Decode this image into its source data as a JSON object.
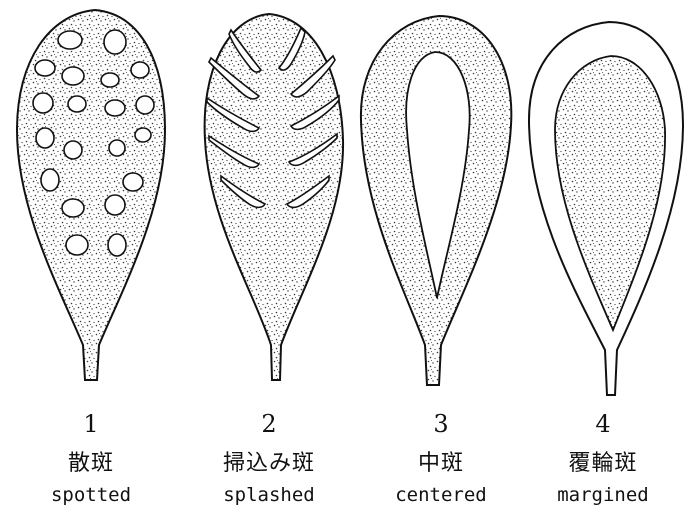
{
  "patterns": [
    {
      "number": "1",
      "name_ja": "散斑",
      "name_en": "spotted"
    },
    {
      "number": "2",
      "name_ja": "掃込み斑",
      "name_en": "splashed"
    },
    {
      "number": "3",
      "name_ja": "中斑",
      "name_en": "centered"
    },
    {
      "number": "4",
      "name_ja": "覆輪斑",
      "name_en": "margined"
    }
  ],
  "colors": {
    "ink": "#111111",
    "stipple": "#3a3a3a",
    "paper": "#ffffff"
  }
}
